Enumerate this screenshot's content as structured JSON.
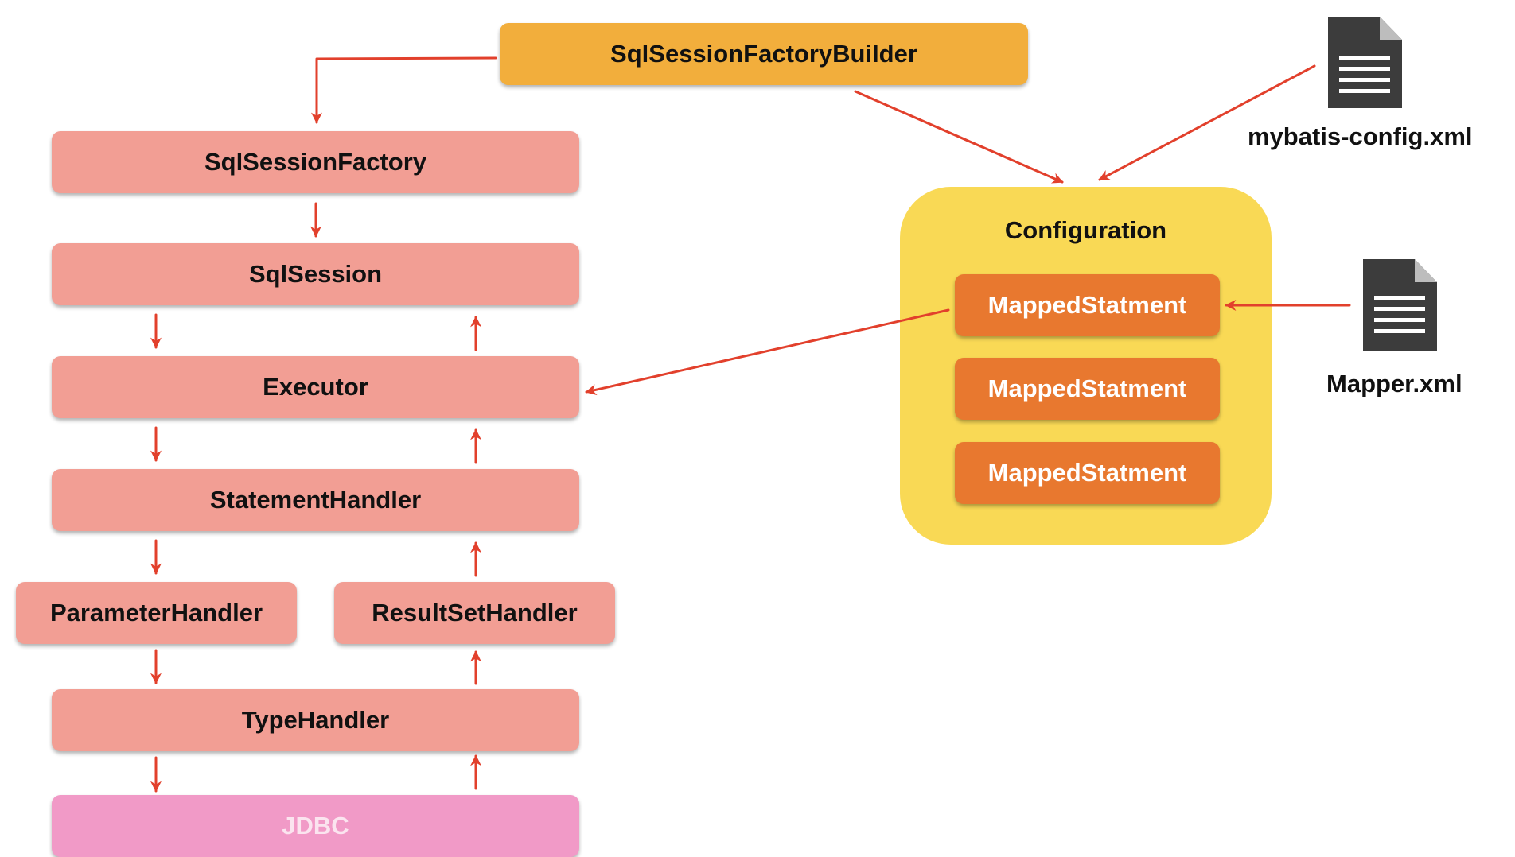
{
  "builder": "SqlSessionFactoryBuilder",
  "pipeline": {
    "session_factory": "SqlSessionFactory",
    "session": "SqlSession",
    "executor": "Executor",
    "statement_handler": "StatementHandler",
    "parameter_handler": "ParameterHandler",
    "result_set_handler": "ResultSetHandler",
    "type_handler": "TypeHandler",
    "jdbc": "JDBC"
  },
  "configuration": {
    "title": "Configuration",
    "mapped_statements": [
      "MappedStatment",
      "MappedStatment",
      "MappedStatment"
    ]
  },
  "files": {
    "config_file": "mybatis-config.xml",
    "mapper_file": "Mapper.xml"
  },
  "colors": {
    "arrow": "#e2402c",
    "salmon_node": "#f29e94",
    "builder_node": "#f2ae3c",
    "jdbc_node": "#f19ac7",
    "configuration_panel": "#f9d955",
    "mapped_statement_node": "#e8782f",
    "file_icon": "#3c3c3c"
  }
}
